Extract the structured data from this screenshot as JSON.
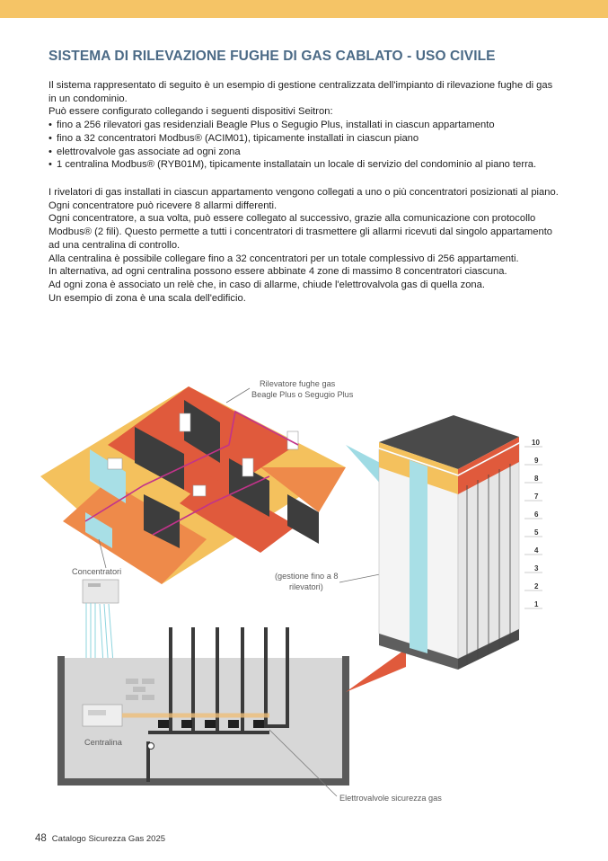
{
  "page": {
    "title": "SISTEMA DI RILEVAZIONE FUGHE DI GAS CABLATO - USO CIVILE",
    "intro": "Il sistema rappresentato di seguito è un esempio di gestione centralizzata dell'impianto di rilevazione fughe di gas in un condominio.",
    "config_line": "Può essere configurato collegando i seguenti dispositivi Seitron:",
    "bullets": [
      "fino a 256 rilevatori gas residenziali Beagle Plus o Segugio Plus, installati in ciascun appartamento",
      "fino a 32 concentratori Modbus® (ACIM01), tipicamente installati in ciascun piano",
      "elettrovalvole gas associate ad ogni zona",
      "1 centralina Modbus® (RYB01M), tipicamente installatain un locale di servizio del condominio al piano terra."
    ],
    "paragraphs": [
      "I rivelatori di gas installati in ciascun appartamento vengono collegati a uno o più concentratori posizionati al piano. Ogni concentratore può ricevere 8 allarmi differenti.",
      "Ogni concentratore, a sua volta, può essere collegato al successivo, grazie alla comunicazione con protocollo Modbus® (2 fili). Questo permette a tutti i concentratori di trasmettere gli allarmi ricevuti dal singolo appartamento ad una centralina di controllo.",
      "Alla centralina è possibile collegare fino a 32 concentratori per un totale complessivo di 256 appartamenti.",
      "In alternativa, ad ogni centralina possono essere abbinate 4 zone di massimo 8 concentratori ciascuna.",
      "Ad ogni zona è associato un relè che, in caso di allarme, chiude l'elettrovalvola gas di quella zona.",
      "Un esempio di zona è una scala dell'edificio."
    ]
  },
  "figure": {
    "label_detector_line1": "Rilevatore fughe gas",
    "label_detector_line2": "Beagle Plus o Segugio Plus",
    "label_concentrators": "Concentratori",
    "label_management_line1": "(gestione fino a 8",
    "label_management_line2": "rilevatori)",
    "label_control_unit": "Centralina",
    "label_valves": "Elettrovalvole sicurezza gas",
    "floor_numbers": [
      "10",
      "9",
      "8",
      "7",
      "6",
      "5",
      "4",
      "3",
      "2",
      "1"
    ]
  },
  "footer": {
    "page_number": "48",
    "catalog_name": "Catalogo Sicurezza Gas 2025"
  },
  "colors": {
    "accent_bar": "#f5c466",
    "title": "#4b6a86",
    "floor_red": "#e05a3c",
    "floor_orange": "#ee8a4a",
    "wall_dark": "#3d3d3d",
    "wall_yellow": "#f4c15d",
    "concentrator_strip": "#a8dfe6",
    "wiring_magenta": "#c2338a"
  }
}
